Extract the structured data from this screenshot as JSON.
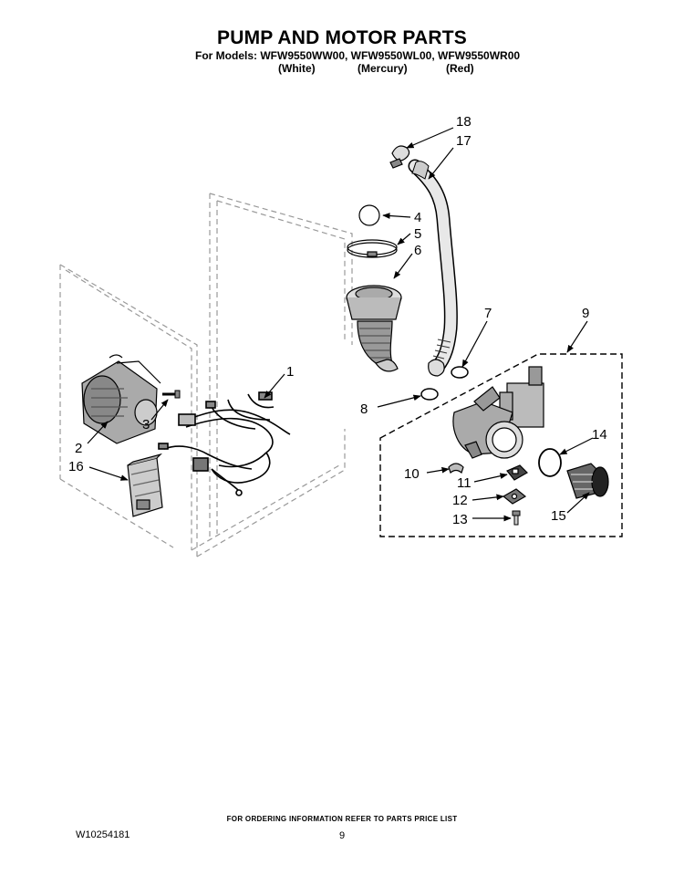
{
  "header": {
    "title": "PUMP AND MOTOR PARTS",
    "models_line": "For Models: WFW9550WW00, WFW9550WL00, WFW9550WR00",
    "variants": [
      "(White)",
      "(Mercury)",
      "(Red)"
    ]
  },
  "callouts": [
    "1",
    "2",
    "3",
    "4",
    "5",
    "6",
    "7",
    "8",
    "9",
    "10",
    "11",
    "12",
    "13",
    "14",
    "15",
    "16",
    "17",
    "18"
  ],
  "footer": {
    "ordering_note": "FOR ORDERING INFORMATION REFER TO PARTS PRICE LIST",
    "doc_number": "W10254181",
    "page_number": "9"
  }
}
